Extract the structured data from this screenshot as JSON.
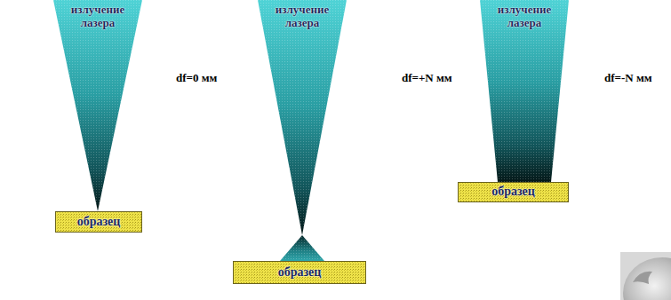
{
  "diagram": {
    "nodes": [
      {
        "text": [
          "излучение лазера"
        ]
      },
      {
        "text": [
          "образец"
        ]
      },
      {
        "text": [
          "излучение лазера"
        ]
      },
      {
        "text": [
          "образец"
        ]
      },
      {
        "text": [
          "излучение лазера"
        ]
      },
      {
        "text": [
          "образец"
        ]
      }
    ],
    "labels": [
      "df=0 мм",
      "df=+N мм",
      "df=-N мм"
    ]
  }
}
